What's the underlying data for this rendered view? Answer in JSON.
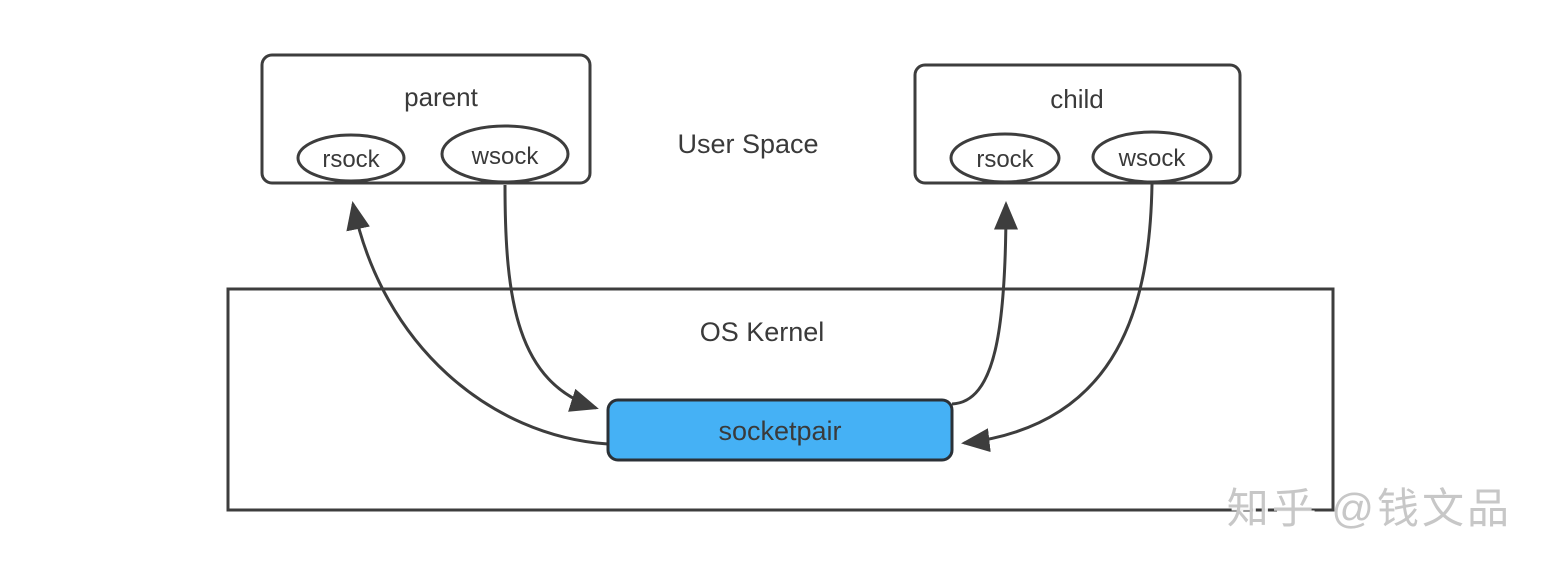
{
  "diagram": {
    "user_space_label": "User Space",
    "kernel": {
      "label": "OS Kernel"
    },
    "parent": {
      "title": "parent",
      "rsock_label": "rsock",
      "wsock_label": "wsock"
    },
    "child": {
      "title": "child",
      "rsock_label": "rsock",
      "wsock_label": "wsock"
    },
    "socketpair": {
      "label": "socketpair"
    },
    "watermark": "知乎 @钱文品",
    "colors": {
      "line": "#3d3d3d",
      "socketpair_fill": "#45b1f5",
      "socketpair_border": "#2b3137",
      "socketpair_text": "#5ce9a4",
      "watermark_text": "#c7c7c7"
    }
  }
}
